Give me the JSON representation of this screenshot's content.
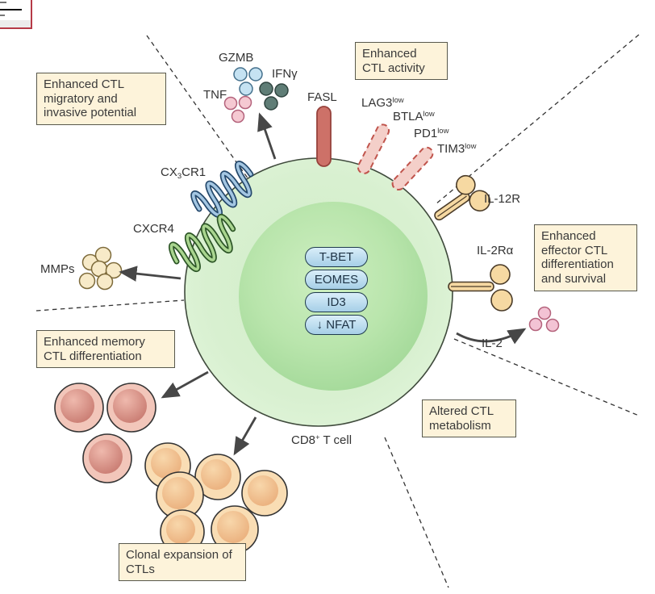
{
  "boxes": {
    "migratory": "Enhanced CTL migratory and invasive potential",
    "activity": "Enhanced CTL activity",
    "effector": "Enhanced effector CTL differentiation and survival",
    "metabolism": "Altered CTL metabolism",
    "memory": "Enhanced memory CTL differentiation",
    "clonal": "Clonal expansion of CTLs"
  },
  "cell": {
    "base": "CD8",
    "sup": "+",
    "rest": " T cell"
  },
  "nucleus_factors": [
    "T-BET",
    "EOMES",
    "ID3",
    "↓ NFAT"
  ],
  "cytokines": {
    "gzmb": "GZMB",
    "ifng": "IFNγ",
    "tnf": "TNF"
  },
  "ligand": "FASL",
  "checkpoints": [
    {
      "base": "LAG3",
      "sup": "low"
    },
    {
      "base": "BTLA",
      "sup": "low"
    },
    {
      "base": "PD1",
      "sup": "low"
    },
    {
      "base": "TIM3",
      "sup": "low"
    }
  ],
  "chemokine_receptors": {
    "cx3cr1": {
      "pre": "CX",
      "sub": "3",
      "post": "CR1"
    },
    "cxcr4": "CXCR4"
  },
  "cytokine_receptors": {
    "il12r": "IL-12R",
    "il2ra": "IL-2Rα"
  },
  "secreted": {
    "mmps": "MMPs",
    "il2": "IL-2"
  },
  "colors": {
    "cell_fill": "#d8f0d0",
    "nucleus_fill": "#aedda2",
    "pill_fill": "#bcd9ec",
    "box_fill": "#fdf3da",
    "box_border": "#58584c",
    "fasl_rod": "#cd7168",
    "checkpoint_rod": "#f4cfc9",
    "checkpoint_border": "#c0544c",
    "cx3cr1_blue": "#a3c6e2",
    "cxcr4_green": "#a9d58f",
    "receptor_yellow": "#f6d9a2",
    "gzmb_dot": "#c5e2f2",
    "ifng_dot": "#5f7d76",
    "tnf_dot": "#f5c9d2",
    "mmp_dot": "#f7eac8",
    "il2_dot": "#f3c3d4",
    "memory_cell": "#e9a79c",
    "clonal_cell": "#f3c897",
    "arrow": "#474747"
  }
}
